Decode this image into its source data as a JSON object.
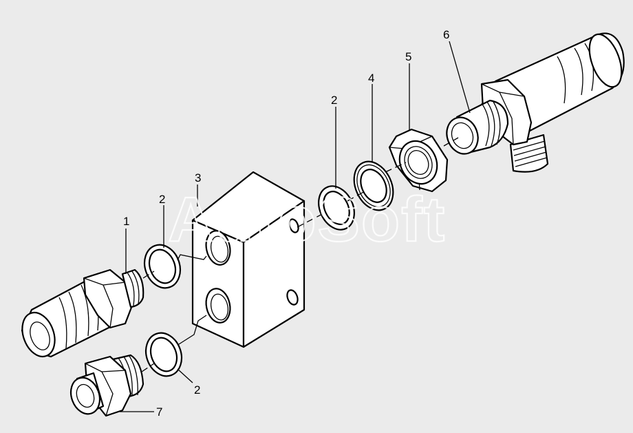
{
  "watermark": "AutoSoft",
  "background_color": "#ebebeb",
  "callouts": [
    {
      "id": "label-1",
      "text": "1"
    },
    {
      "id": "label-2a",
      "text": "2"
    },
    {
      "id": "label-2b",
      "text": "2"
    },
    {
      "id": "label-2c",
      "text": "2"
    },
    {
      "id": "label-3",
      "text": "3"
    },
    {
      "id": "label-4",
      "text": "4"
    },
    {
      "id": "label-5",
      "text": "5"
    },
    {
      "id": "label-6",
      "text": "6"
    },
    {
      "id": "label-7",
      "text": "7"
    }
  ]
}
